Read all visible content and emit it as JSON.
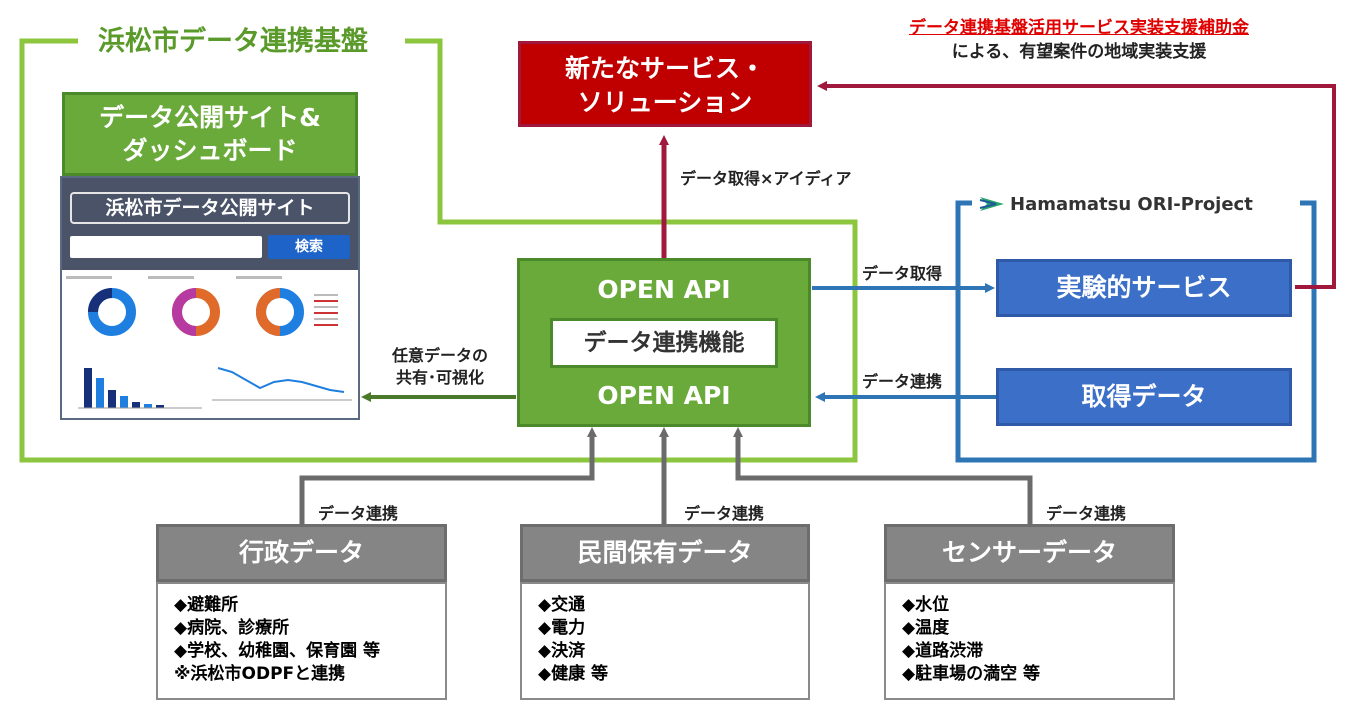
{
  "platform": {
    "title": "浜松市データ連携基盤"
  },
  "new_service": {
    "line1": "新たなサービス・",
    "line2": "ソリューション"
  },
  "subsidy": {
    "title": "データ連携基盤活用サービス実装支援補助金",
    "subtitle": "による、有望案件の地域実装支援"
  },
  "portal": {
    "title_line1": "データ公開サイト&",
    "title_line2": "ダッシュボード",
    "site_title": "浜松市データ公開サイト",
    "search_button": "検索"
  },
  "core": {
    "top": "OPEN API",
    "middle": "データ連携機能",
    "bottom": "OPEN API"
  },
  "ori": {
    "title": "Hamamatsu ORI-Project",
    "service": "実験的サービス",
    "data": "取得データ"
  },
  "edge_labels": {
    "acquire_idea": "データ取得×アイディア",
    "acquire": "データ取得",
    "link_right": "データ連携",
    "share_line1": "任意データの",
    "share_line2": "共有･可視化",
    "link_admin": "データ連携",
    "link_private": "データ連携",
    "link_sensor": "データ連携"
  },
  "sources": [
    {
      "title": "行政データ",
      "items": [
        "◆避難所",
        "◆病院、診療所",
        "◆学校、幼稚園、保育園 等",
        "※浜松市ODPFと連携"
      ]
    },
    {
      "title": "民間保有データ",
      "items": [
        "◆交通",
        "◆電力",
        "◆決済",
        "◆健康 等"
      ]
    },
    {
      "title": "センサーデータ",
      "items": [
        "◆水位",
        "◆温度",
        "◆道路渋滞",
        "◆駐車場の満空 等"
      ]
    }
  ],
  "colors": {
    "green": "#6aaa3a",
    "frame_green": "#8cc63f",
    "blue": "#3c6fc8",
    "frame_blue": "#2e75b6",
    "red": "#c00000",
    "grey": "#858585"
  }
}
